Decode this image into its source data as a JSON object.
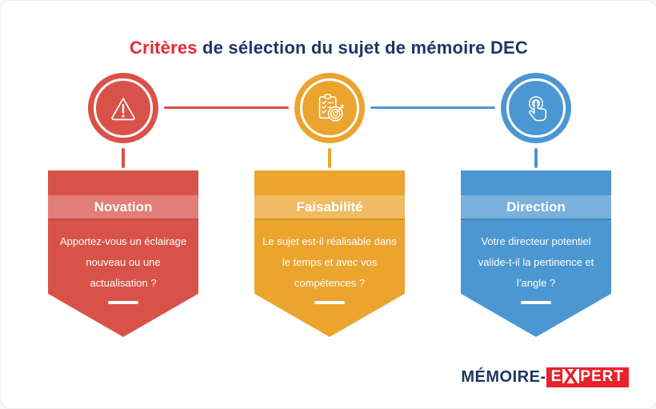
{
  "title": {
    "highlight": "Critères",
    "rest": " de sélection du sujet de mémoire DEC"
  },
  "columns": [
    {
      "title": "Novation",
      "icon": "warning-triangle-icon",
      "color": "#d9524a",
      "lines": [
        "Apportez-vous un éclairage",
        "nouveau ou une",
        "actualisation ?"
      ]
    },
    {
      "title": "Faisabilité",
      "icon": "clipboard-checklist-target-icon",
      "color": "#eba42e",
      "lines": [
        "Le sujet est-il réalisable dans",
        "le temps et avec vos",
        "compétences ?"
      ]
    },
    {
      "title": "Direction",
      "icon": "touch-click-icon",
      "color": "#4c97d1",
      "lines": [
        "Votre directeur potentiel",
        "valide-t-il la pertinence et",
        "l’angle ?"
      ]
    }
  ],
  "connectors": {
    "left_line_color": "#dc4b44",
    "right_line_color": "#4c97d1"
  },
  "logo": {
    "brand_left": "MÉMOIRE-",
    "expert_e": "E",
    "expert_x": "X",
    "expert_rest": "PERT",
    "box_color": "#e8232b",
    "brand_color": "#1d3763"
  },
  "colors": {
    "title_red": "#e62a32",
    "title_navy": "#1f3566",
    "band_overlay": "rgba(255,255,255,0.25)",
    "text_white": "#ffffff",
    "page_background": "#ffffff"
  }
}
